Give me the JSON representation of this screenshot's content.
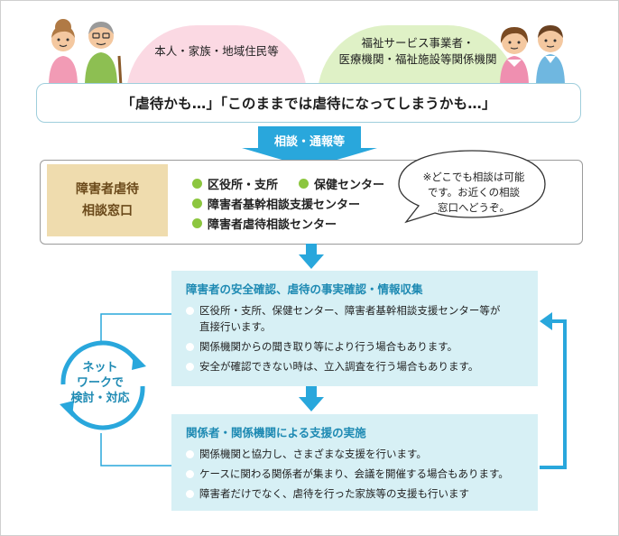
{
  "top_groups": {
    "residents": "本人・家族・地域住民等",
    "services_line1": "福祉サービス事業者・",
    "services_line2": "医療機関・福祉施設等関係機関"
  },
  "quote": "「虐待かも…」「このままでは虐待になってしまうかも…」",
  "consult_arrow_label": "相談・通報等",
  "contact": {
    "title_line1": "障害者虐待",
    "title_line2": "相談窓口",
    "offices": [
      "区役所・支所",
      "保健センター",
      "障害者基幹相談支援センター",
      "障害者虐待相談センター"
    ]
  },
  "bubble": {
    "line1": "※どこでも相談は可能",
    "line2": "です。お近くの相談",
    "line3": "窓口へどうぞ。"
  },
  "step1": {
    "title": "障害者の安全確認、虐待の事実確認・情報収集",
    "items": [
      "区役所・支所、保健センター、障害者基幹相談支援センター等が",
      "直接行います。",
      "関係機関からの聞き取り等により行う場合もあります。",
      "安全が確認できない時は、立入調査を行う場合もあります。"
    ]
  },
  "step2": {
    "title": "関係者・関係機関による支援の実施",
    "items": [
      "関係機関と協力し、さまざまな支援を行います。",
      "ケースに関わる関係者が集まり、会議を開催する場合もあります。",
      "障害者だけでなく、虐待を行った家族等の支援も行います"
    ]
  },
  "network": {
    "line1": "ネット",
    "line2": "ワークで",
    "line3": "検討・対応"
  },
  "colors": {
    "accent_blue": "#1e8ab3",
    "arrow_blue": "#29a7dc",
    "panel_bg": "#d7f0f5",
    "pink": "#fbd9e3",
    "green_bg": "#dff1c6",
    "bullet_green": "#8cc63f",
    "title_tan": "#efdcae"
  }
}
